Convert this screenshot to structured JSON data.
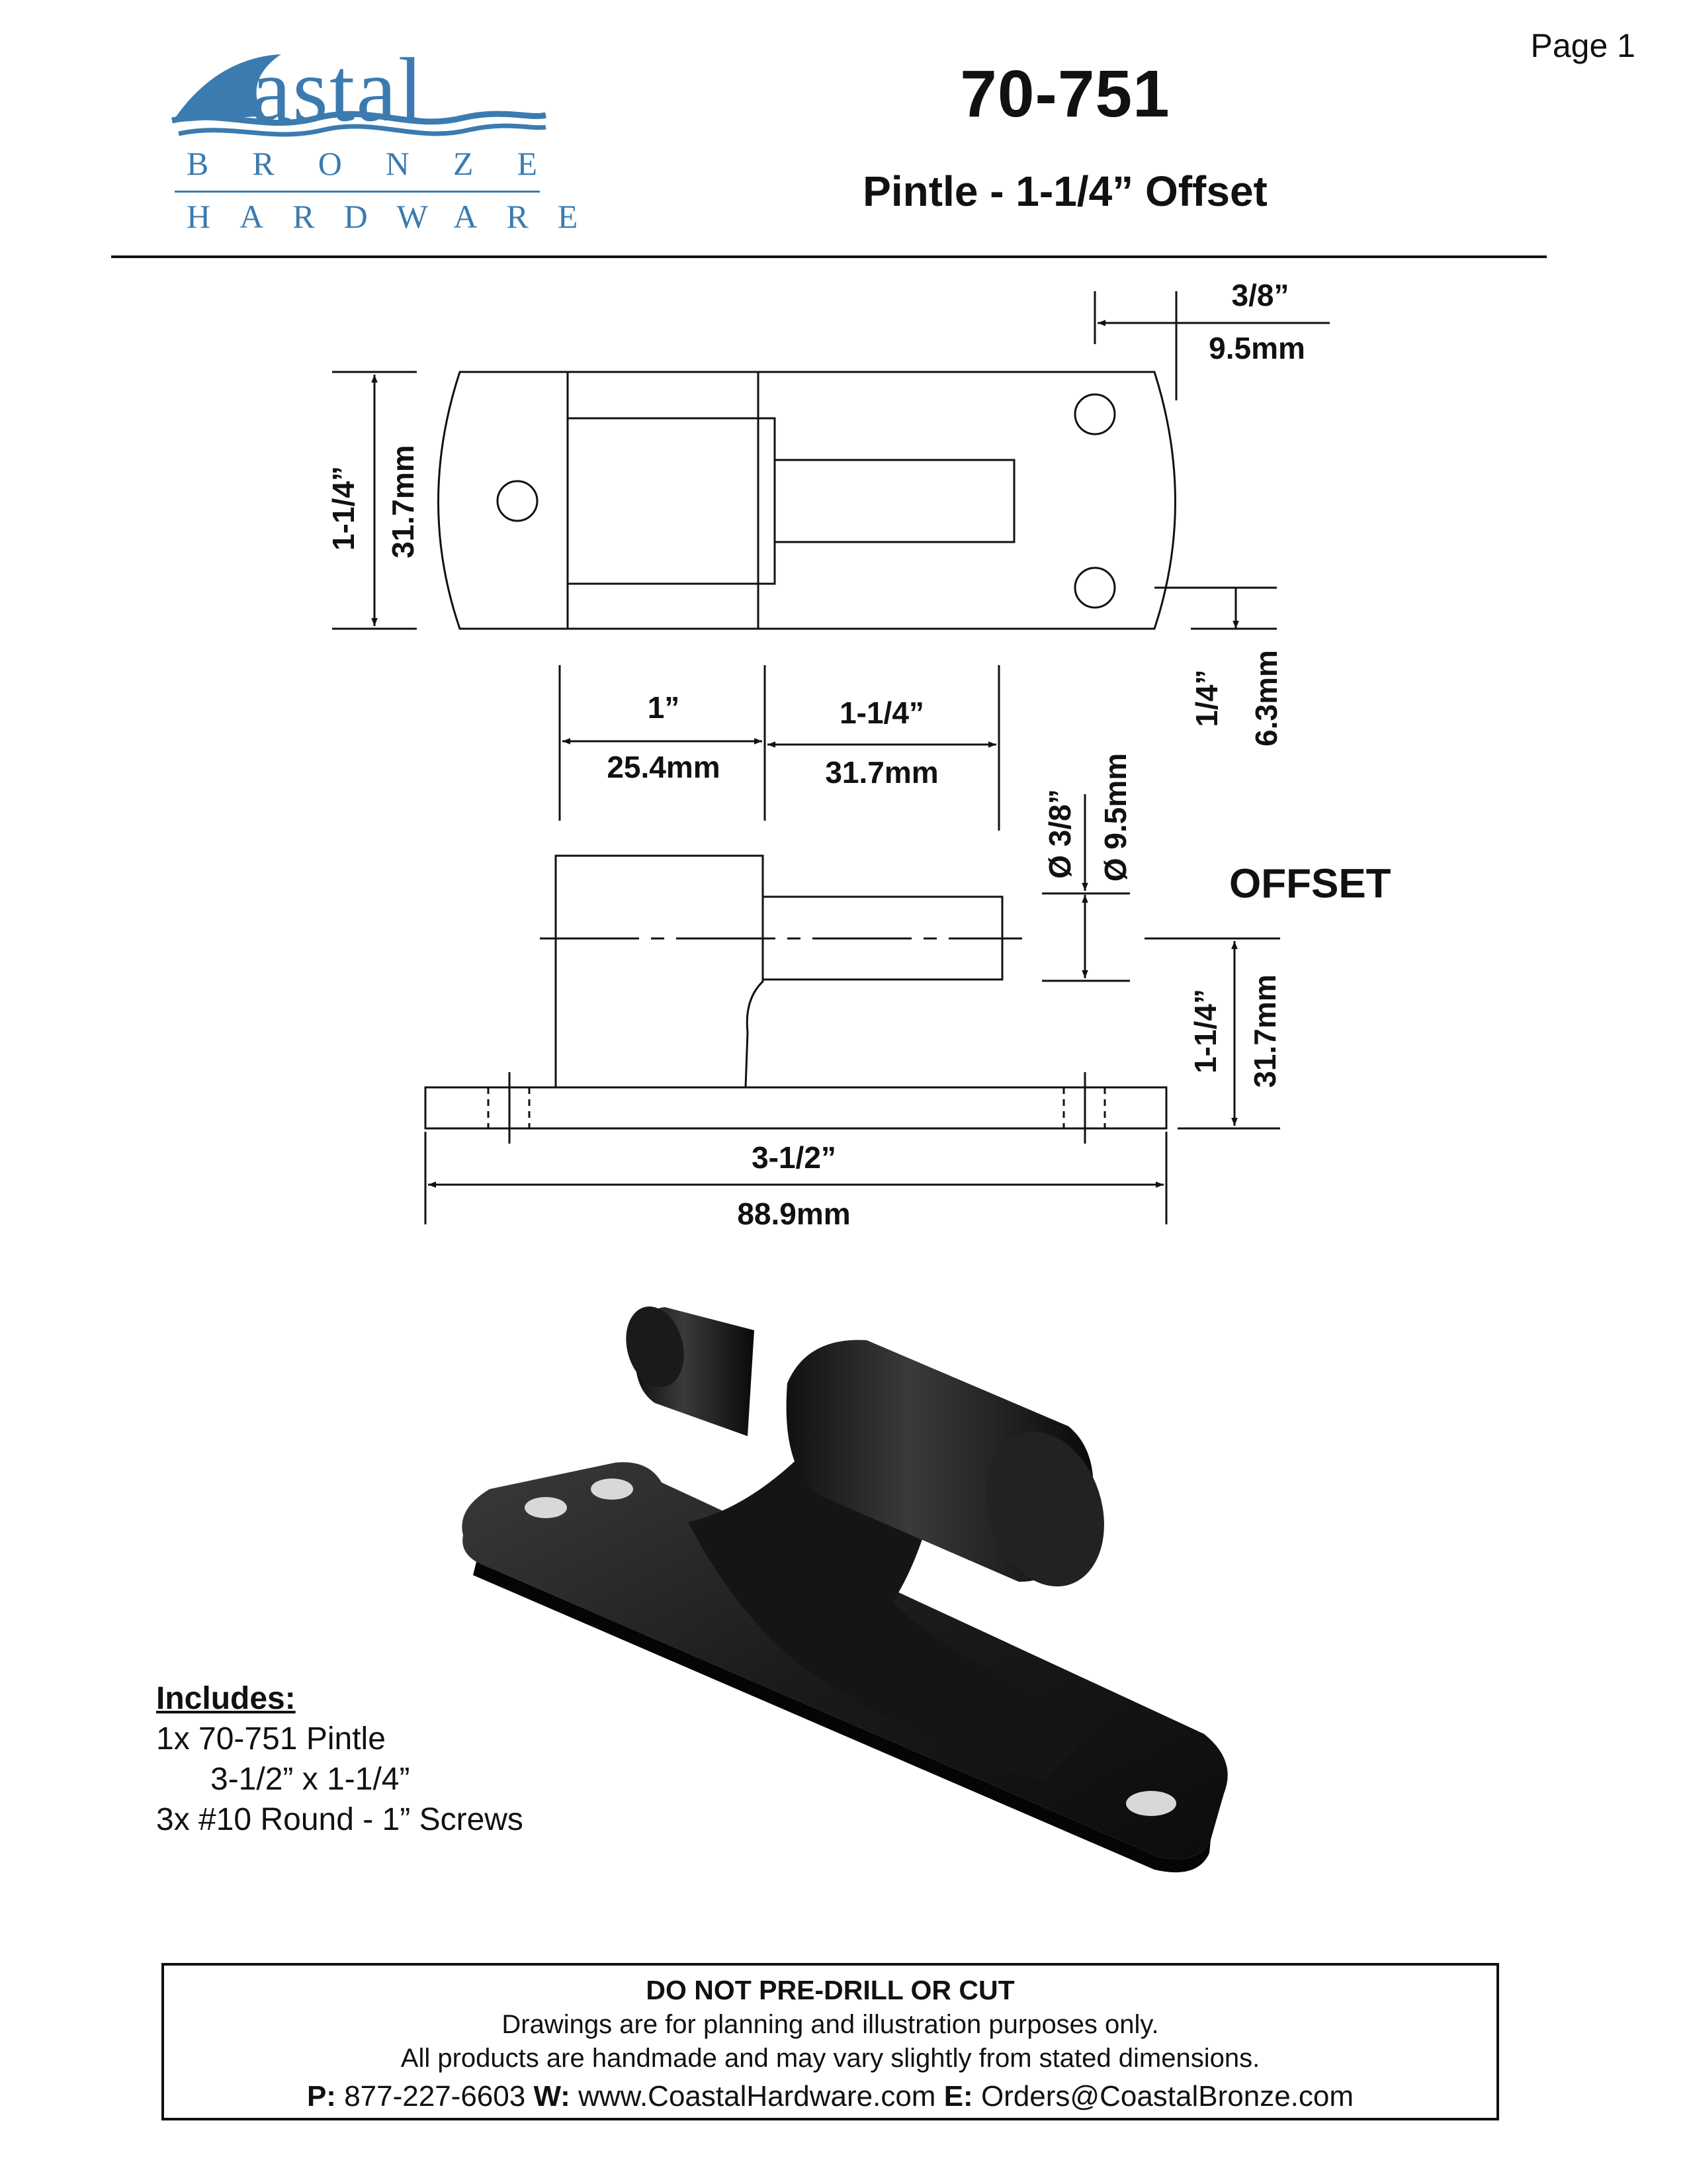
{
  "header": {
    "page_label": "Page 1",
    "part_number": "70-751",
    "part_title": "Pintle - 1-1/4” Offset"
  },
  "logo": {
    "brand": "oastal",
    "line2": "BRONZE",
    "line3": "HARDWARE",
    "color": "#3b7bb0"
  },
  "dimensions": {
    "top_hole_in": "3/8”",
    "top_hole_mm": "9.5mm",
    "height_in": "1-1/4”",
    "height_mm": "31.7mm",
    "edge_in": "1/4”",
    "edge_mm": "6.3mm",
    "barrel_in": "1”",
    "barrel_mm": "25.4mm",
    "pin_in": "1-1/4”",
    "pin_mm": "31.7mm",
    "pin_dia_in": "Ø 3/8”",
    "pin_dia_mm": "Ø 9.5mm",
    "offset_label": "OFFSET",
    "offset_in": "1-1/4”",
    "offset_mm": "31.7mm",
    "length_in": "3-1/2”",
    "length_mm": "88.9mm"
  },
  "includes": {
    "heading": "Includes:",
    "line1": "1x  70-751 Pintle",
    "line2": "3-1/2”  x 1-1/4”",
    "line3": "3x  #10 Round - 1” Screws"
  },
  "notice": {
    "title": "DO NOT PRE-DRILL OR CUT",
    "line1": "Drawings are for planning and illustration purposes only.",
    "line2": "All products are handmade and may vary slightly from stated dimensions.",
    "phone_label": "P:",
    "phone": "877-227-6603",
    "web_label": "W:",
    "web": "www.CoastalHardware.com",
    "email_label": "E:",
    "email": "Orders@CoastalBronze.com"
  }
}
